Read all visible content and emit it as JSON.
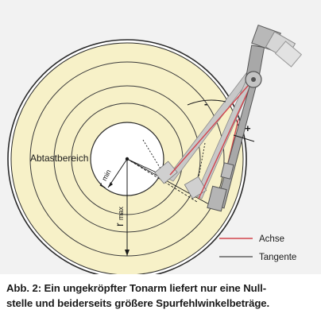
{
  "diagram": {
    "labels": {
      "scan_area": "Abtastbereich",
      "r_min": "r",
      "r_min_sub": "min",
      "r_max": "r",
      "r_max_sub": "max",
      "minus": "-",
      "plus": "+"
    },
    "legend": [
      {
        "label": "Achse",
        "color": "#d2454d"
      },
      {
        "label": "Tangente",
        "color": "#1a1a1a"
      }
    ],
    "colors": {
      "record": "#f7f1c8",
      "label_area": "#ffffff",
      "groove_lines": "#3a3a3a",
      "tonearm": "#a8a8a8",
      "tonearm_outline": "#555555",
      "frame": "#f2f2f2"
    }
  },
  "caption": {
    "line1": "Abb. 2: Ein ungekröpfter Tonarm liefert nur eine Null-",
    "line2": "stelle und beiderseits größere Spurfehlwinkelbeträge."
  }
}
